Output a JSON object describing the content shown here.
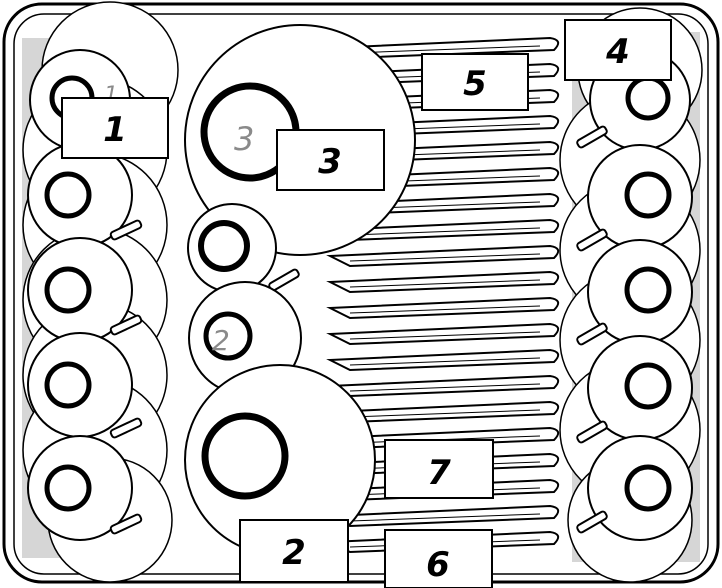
{
  "diagram": {
    "callouts": [
      {
        "id": "1",
        "label": "1"
      },
      {
        "id": "2",
        "label": "2"
      },
      {
        "id": "3",
        "label": "3"
      },
      {
        "id": "4",
        "label": "4"
      },
      {
        "id": "5",
        "label": "5"
      },
      {
        "id": "6",
        "label": "6"
      },
      {
        "id": "7",
        "label": "7"
      }
    ],
    "ghost_labels": {
      "small_roller": "1",
      "large_roller": "3",
      "mid_roller": "2"
    }
  },
  "colors": {
    "background": "#ffffff",
    "line": "#000000",
    "shading": "#d6d6d6",
    "ghost": "#8a8a8a"
  }
}
